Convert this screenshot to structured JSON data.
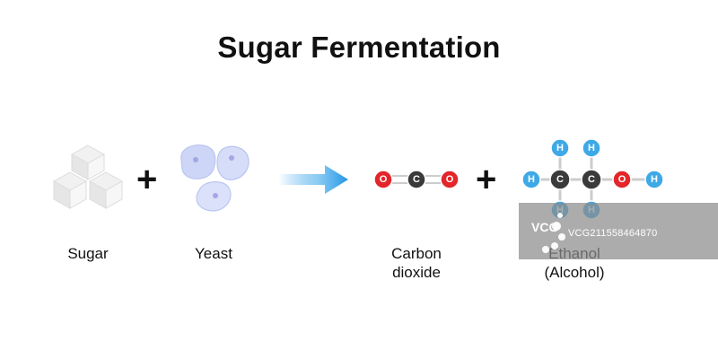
{
  "title": "Sugar Fermentation",
  "plus_sign": "+",
  "labels": {
    "sugar": "Sugar",
    "yeast": "Yeast",
    "co2_line1": "Carbon",
    "co2_line2": "dioxide",
    "ethanol_line1": "Ethanol",
    "ethanol_line2": "(Alcohol)"
  },
  "atoms": {
    "oxygen": "O",
    "carbon": "C",
    "hydrogen": "H"
  },
  "colors": {
    "oxygen": "#e3262b",
    "carbon": "#3a3a3a",
    "hydrogen": "#3ea9e6",
    "arrow": "#2196e6",
    "cube": "#efefef",
    "yeast": "#cdd6f6"
  },
  "watermark": {
    "logo": "VCG",
    "text": "VCG211558464870"
  }
}
